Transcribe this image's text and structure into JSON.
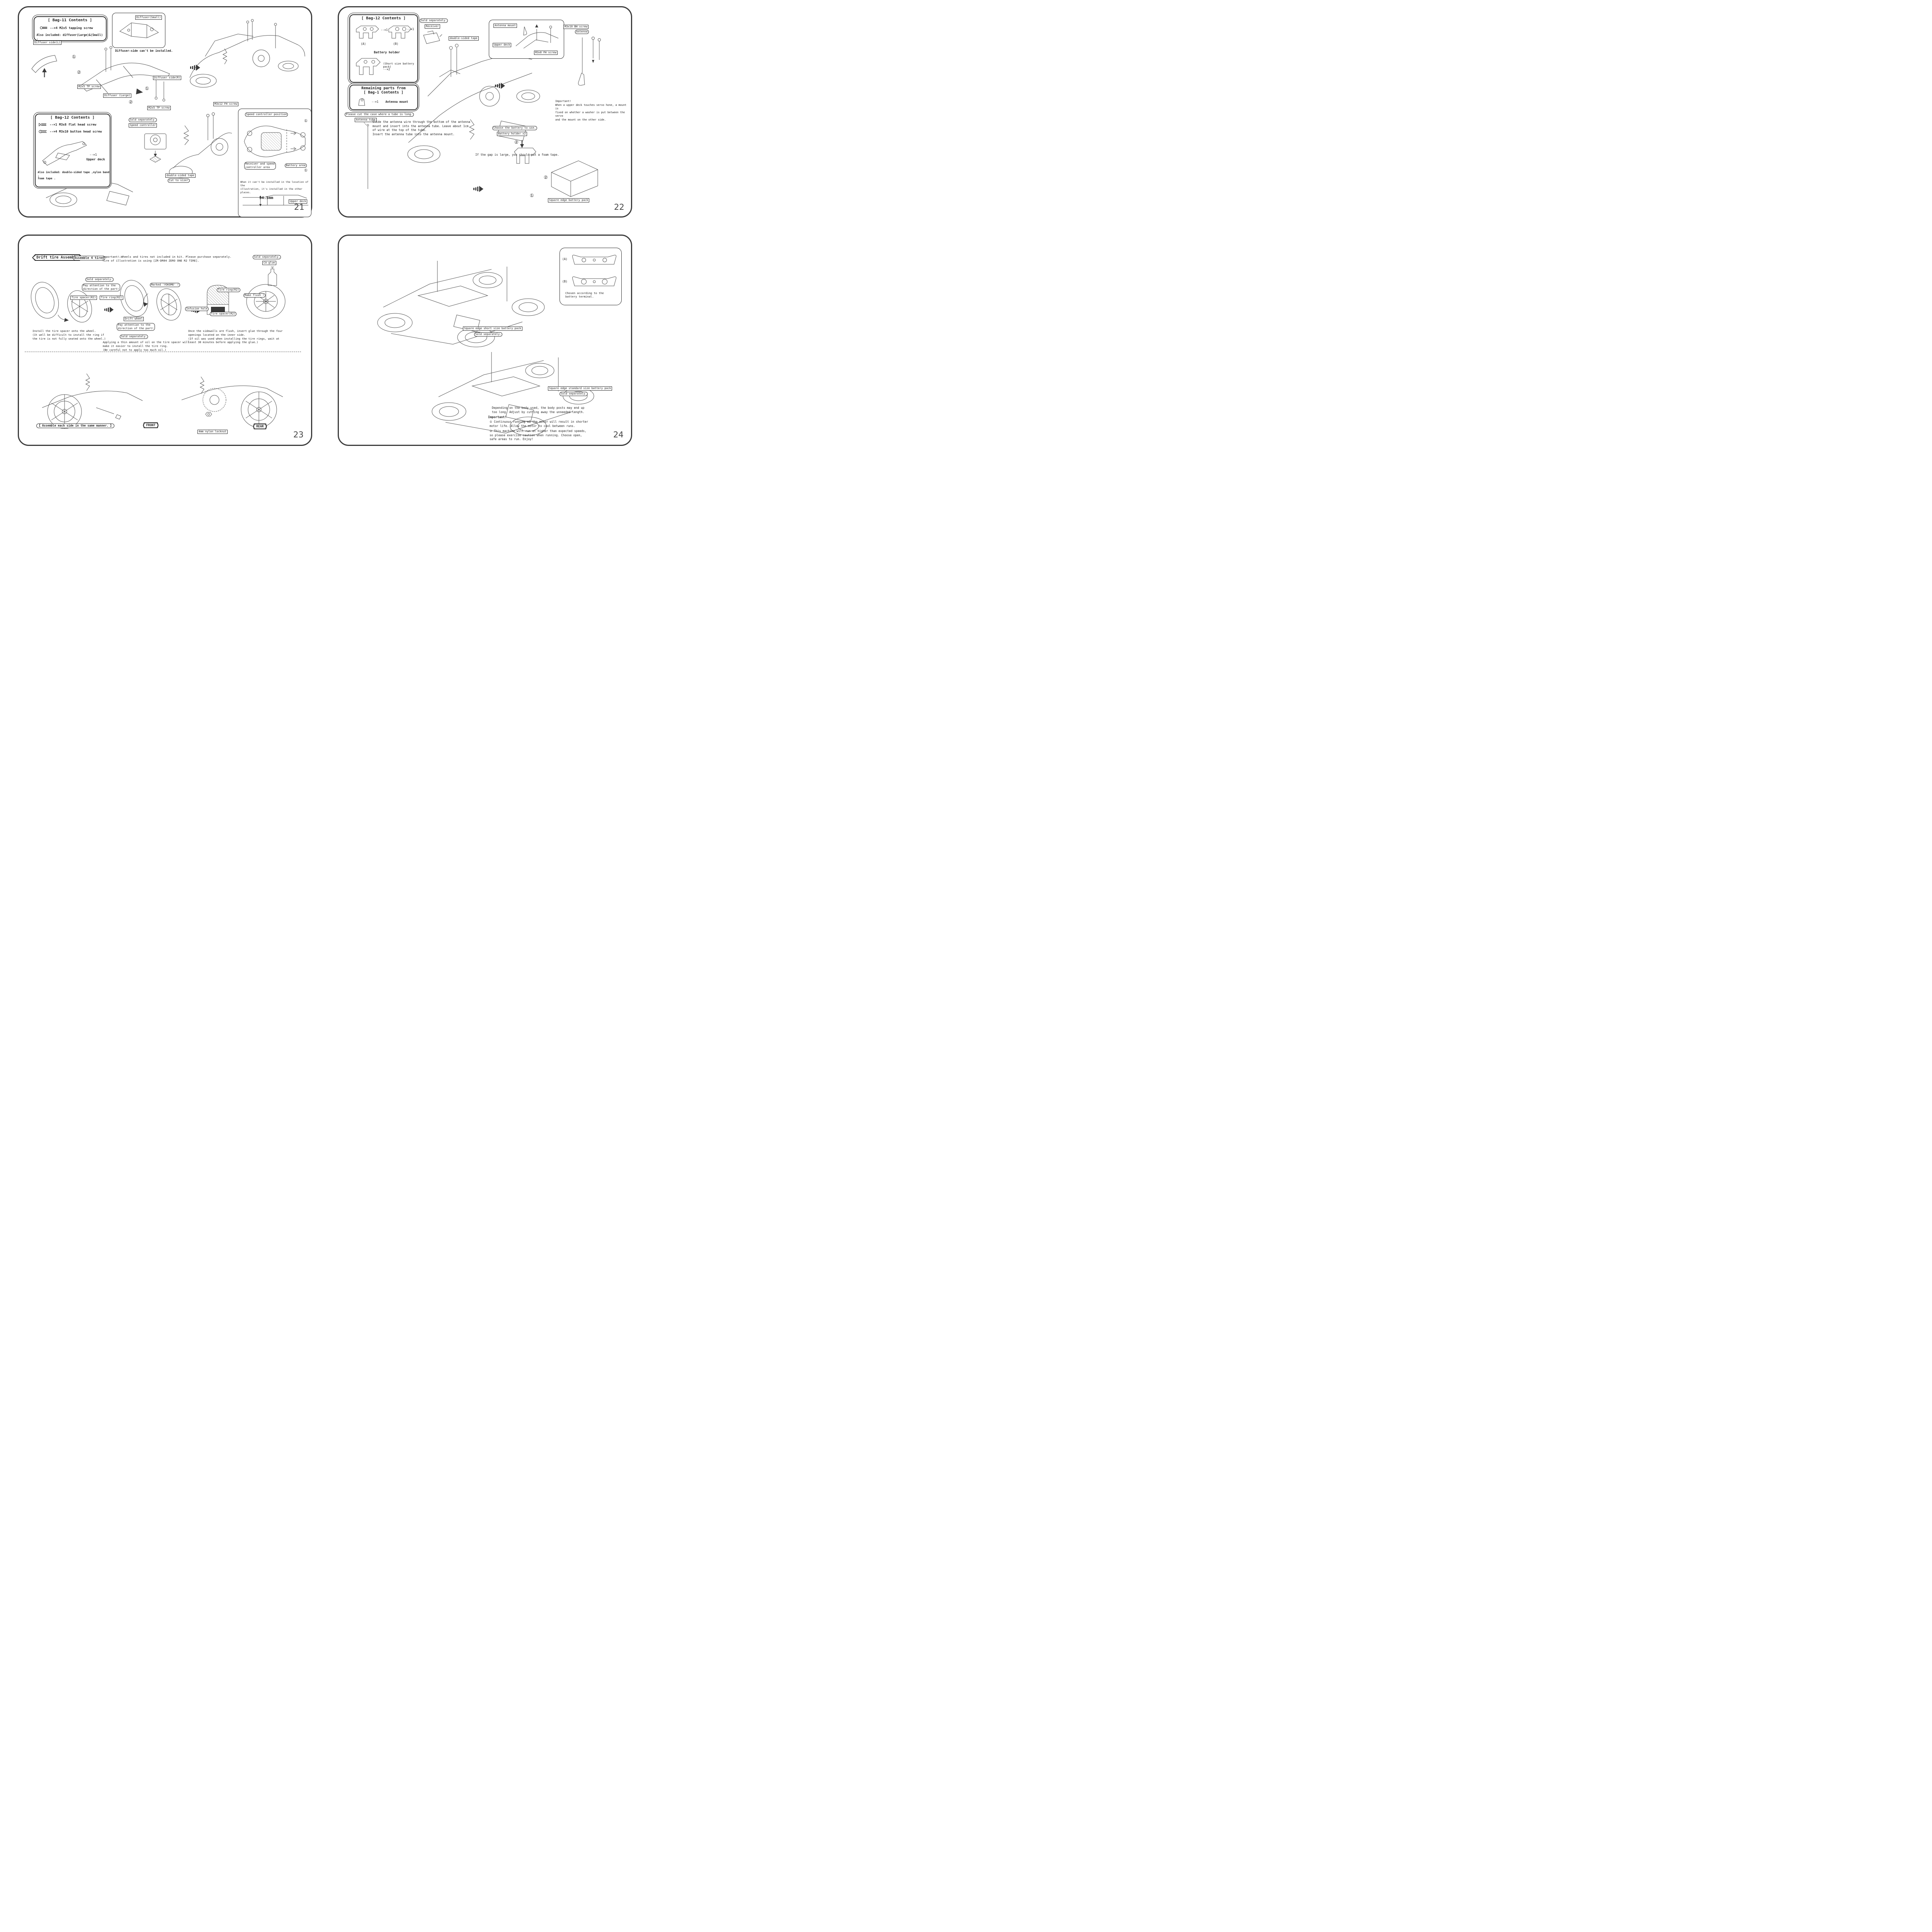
{
  "icons": {
    "fat_arrow": "striped-right-arrow",
    "tapping_screw": "round-head-tapping-screw",
    "flat_screw": "flat-head-screw",
    "button_screw": "button-head-screw"
  },
  "p21": {
    "page_number": "21",
    "bag11": {
      "title": "[ Bag-11 Contents ]",
      "qty": "--×4",
      "part": "M2x5 tapping screw",
      "also": "Also included: diffuser(Large)&(Small) ."
    },
    "small_panel": {
      "label": "Diffuser(Small)",
      "caption": "Diffuser-side can't be installed."
    },
    "labels": {
      "diffuser_side_l": "Diffuser side(L)",
      "m2x5_tp_1": "M2x5 TP screw",
      "diffuser_large": "Diffuser (Large)",
      "diffuser_side_r": "Diffuser side(R)",
      "m2x5_tp_2": "M2x5 TP screw",
      "m3x12_fh": "M3x12 FH screw",
      "sold_separately": "Sold separately.",
      "speed_controller": "Speed controller",
      "double_sided_tape": "double-sided tape",
      "cut_to_size": "Cut to size!"
    },
    "steps": {
      "s1a": "①",
      "s2a": "②",
      "s1b": "①",
      "s2b": "②"
    },
    "right_panel": {
      "speed_pos": "Speed controller position",
      "rx_area": "Receiver and speed\ncontroller area",
      "battery_area": "Battery area",
      "note": "When it can't be installed in the location of the\nillustration, it's installed in the other places.",
      "dim": "34.5mm",
      "upper_deck": "Upper deck",
      "s1": "①",
      "s2": "①"
    },
    "bag12": {
      "title": "[ Bag-12 Contents ]",
      "rows": [
        {
          "qty": "--×1",
          "part": "M3x8 flat head screw"
        },
        {
          "qty": "--×4",
          "part": "M3x10 button head screw"
        }
      ],
      "deck_qty": "--×1",
      "deck": "Upper deck",
      "also": "Also included: double-sided tape ,nylon band ,\nfoam tape ."
    }
  },
  "p22": {
    "page_number": "22",
    "bag12": {
      "title": "[ Bag-12 Contents ]",
      "a": "(A)",
      "a_qty": "--×1",
      "b": "(B)",
      "b_qty": "--×1",
      "holder": "Battery holder",
      "short": "(Short size battery pack)",
      "short_qty": "--×2"
    },
    "bag1": {
      "line1": "Remaining parts from",
      "line2": "[ Bag-1 Contents ]",
      "qty": "--×1",
      "part": "Antenna mount"
    },
    "labels": {
      "cut_case": "Please cut the case where a tube is long.",
      "antenna_tube": "Antenna tube",
      "sold": "Sold separately.",
      "receiver": "Receiver",
      "tape": "double-sided tape",
      "mount": "Antenna mount",
      "deck": "Upper deck",
      "m3x10": "M3x10 BH screw",
      "antenna": "Antenna",
      "m3x8": "M3x8 FH screw",
      "choose": "Choose the battery to use.",
      "holder_x2": "Battery holder x2",
      "pack": "Square edge battery pack"
    },
    "para_antenna": "Slide the antenna wire through the bottom of the antenna\nmount and insert into the antenna tube.  Leave about 1cm\nof wire at the top of the tube.\nInsert the antenna tube into the antenna mount.",
    "important": "Important!\nWhen a upper deck touches servo hone, a mount is\nfixed on whether a washer is put between the servo\nand the mount on the other side.",
    "gap_note": "If the gap is large, you should put a foam tape.",
    "steps": {
      "s2a": "②",
      "s2b": "②",
      "s1": "①"
    }
  },
  "p23": {
    "page_number": "23",
    "header": {
      "badge": "Drift tire Assembly",
      "assemble": "Assemble 4 tires",
      "important": "Important!—Wheels and tires not included in kit.  Please purchase separately.\nTire of illustration is using [ZR-DR04 ZERO ONE R2 TIRE]."
    },
    "labels": {
      "sold1": "Sold separately.",
      "dir1": "Pay attention to the\ndirection of the part!",
      "spacer1": "Tire spacer(R2)",
      "ring1": "Tire ring(R2)",
      "marked": "Marked 'YOKOMO' !",
      "ring2": "Tire ring(R2)",
      "flush": "Make flush !",
      "infusion": "Infusion hole",
      "spacer2": "Tire spacer(R2)",
      "sold2": "Sold separately.",
      "ca_glue": "CA glue",
      "wheel": "Drift wheel",
      "dir2": "Pay attention to the\ndirection of the part!",
      "sold3": "Sold separately.",
      "same_manner": "【 Assemble each side in the same manner. 】",
      "front": "FRONT",
      "locknut": "4mm nylon locknut",
      "rear": "REAR"
    },
    "paras": {
      "install": "Install the tire spacer onto the wheel.\n(It well be difficult to install the ring if\n the tire is not fully seated onto the wheel.)",
      "oil": "Applying  a thin amount of oil on the tire spacer will\nmake it easier to install the tire ring.\n(Be careful not to apply too much oil.)",
      "glue": "Once the sidewalls are flush, insert glue through the four\nopenings located on the inner side.\n(If oil was used when installing the tire rings, wait at\n least 30 minutes before applying the glue.)"
    }
  },
  "p24": {
    "page_number": "24",
    "panel": {
      "a": "(A)",
      "b": "(B)",
      "note": "Chosen according to the\nbattery terminal."
    },
    "labels": {
      "short_pack": "Square edge short size battery pack",
      "short_sold": "Sold separately.",
      "std_pack": "Square edge standard size battery pack",
      "std_sold": "Sold separately."
    },
    "body_note": "Depending on the body used, the body posts may end up\ntoo long. Adjust by cutting away the unneeded length.",
    "important_title": "Important!",
    "item1": "① Continuous running of the motor will result in shorter\nmotor life.  Allow the motor to cool between runs.",
    "item2": "② This machine will run at higher than expected speeds,\nso please exercise caution when running. Choose open,\nsafe areas to run.  Enjoy!"
  }
}
